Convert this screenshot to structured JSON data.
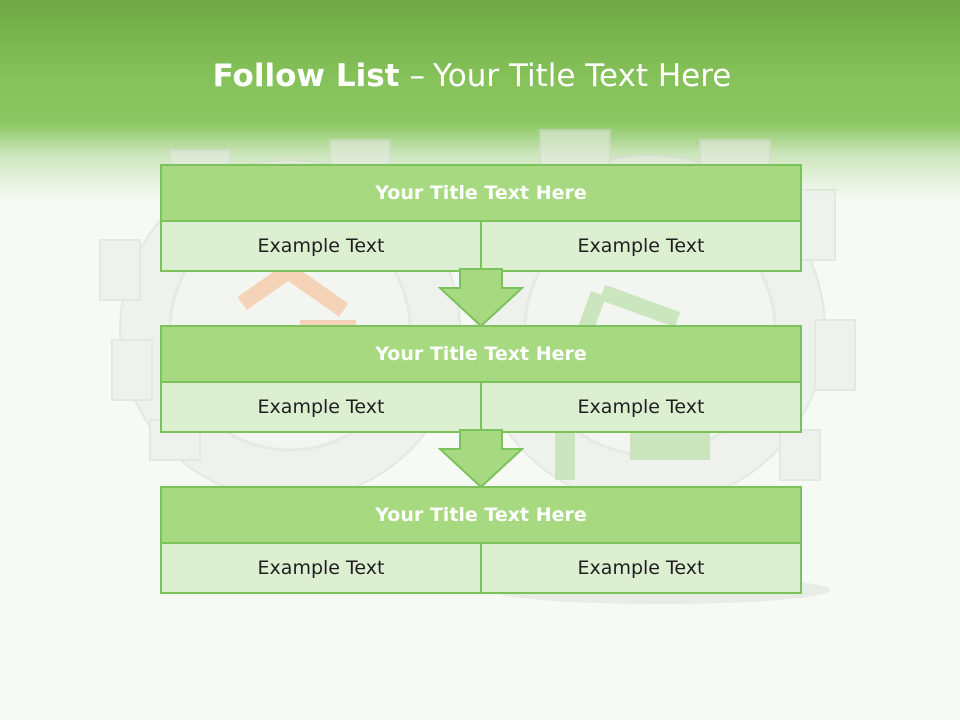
{
  "slide": {
    "title_bold": "Follow List",
    "title_dash": "–",
    "title_rest": "Your Title Text Here"
  },
  "colors": {
    "header_green": "#86c25a",
    "block_title_fill": "#a6d980",
    "block_row_fill": "#dcefd1",
    "border_green": "#7cc15a",
    "arrow_fill": "#a6d980"
  },
  "background": {
    "image": "gears-with-orange-and-green-figures"
  },
  "blocks": [
    {
      "title": "Your Title Text Here",
      "left": "Example Text",
      "right": "Example Text"
    },
    {
      "title": "Your Title Text Here",
      "left": "Example Text",
      "right": "Example Text"
    },
    {
      "title": "Your Title Text Here",
      "left": "Example Text",
      "right": "Example Text"
    }
  ]
}
